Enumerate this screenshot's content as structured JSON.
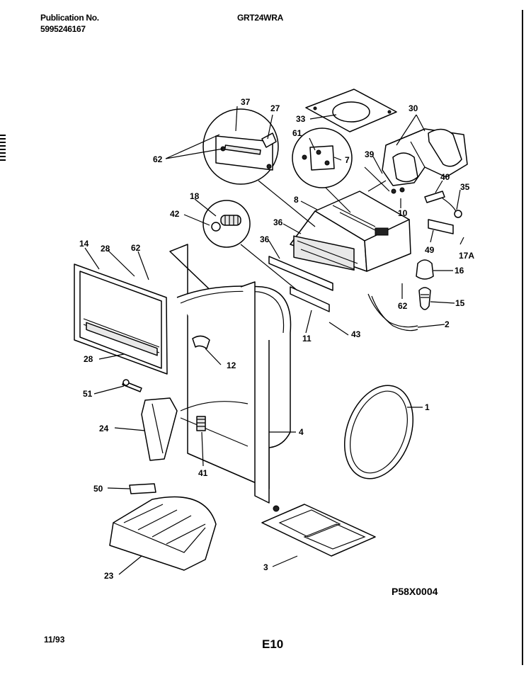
{
  "header": {
    "publication_label": "Publication No.",
    "publication_number": "5995246167",
    "model": "GRT24WRA"
  },
  "footer": {
    "date": "11/93",
    "page": "E10",
    "figure_code": "P58X0004"
  },
  "parts": {
    "p1": "1",
    "p2": "2",
    "p3": "3",
    "p4": "4",
    "p7": "7",
    "p8": "8",
    "p10": "10",
    "p11": "11",
    "p12": "12",
    "p14": "14",
    "p15": "15",
    "p16": "16",
    "p17a": "17A",
    "p18": "18",
    "p23": "23",
    "p24": "24",
    "p27": "27",
    "p28a": "28",
    "p28b": "28",
    "p30": "30",
    "p33": "33",
    "p35": "35",
    "p36a": "36",
    "p36b": "36",
    "p37": "37",
    "p39": "39",
    "p40": "40",
    "p41": "41",
    "p42": "42",
    "p43": "43",
    "p49": "49",
    "p50": "50",
    "p51": "51",
    "p61": "61",
    "p62a": "62",
    "p62b": "62",
    "p62c": "62"
  }
}
